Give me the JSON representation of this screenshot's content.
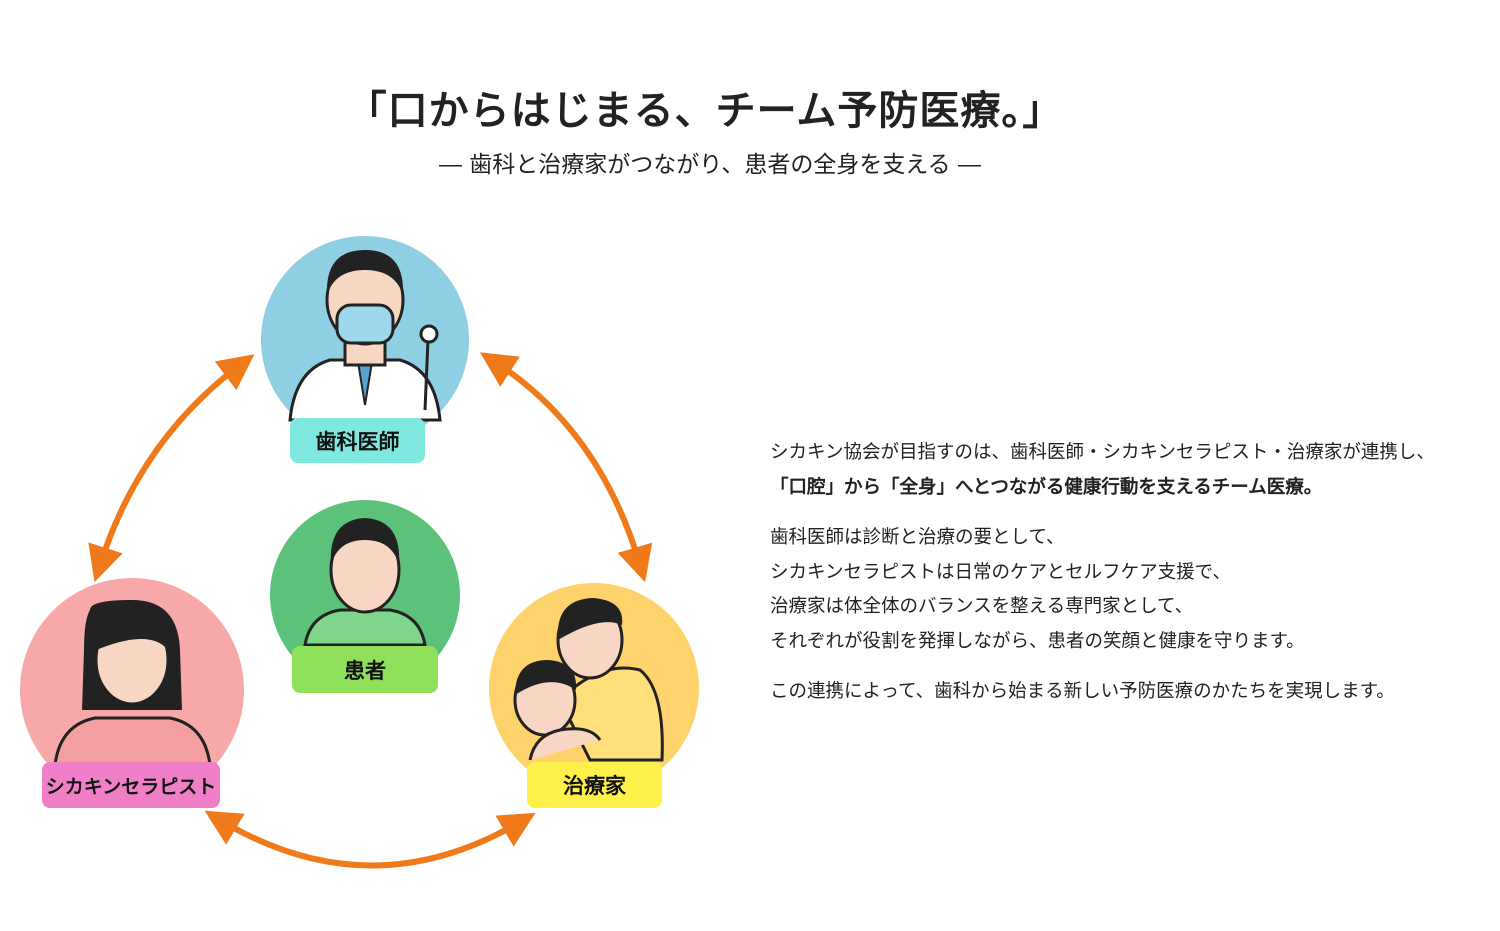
{
  "title": "「口からはじまる、チーム予防医療。」",
  "subtitle": "― 歯科と治療家がつながり、患者の全身を支える ―",
  "roles": {
    "dentist": "歯科医師",
    "patient": "患者",
    "therapist": "シカキンセラピスト",
    "practitioner": "治療家"
  },
  "colors": {
    "arrow": "#f07a1a",
    "dentist": "#8ecfe3",
    "patient": "#5cc27a",
    "therapist": "#f7a8a8",
    "practitioner": "#ffd36b"
  },
  "body": {
    "p1": [
      "シカキン協会が目指すのは、歯科医師・シカキンセラピスト・治療家が連携し、",
      "「口腔」から「全身」へとつながる健康行動を支えるチーム医療。"
    ],
    "p2": [
      "歯科医師は診断と治療の要として、",
      "シカキンセラピストは日常のケアとセルフケア支援で、",
      "治療家は体全体のバランスを整える専門家として、",
      "それぞれが役割を発揮しながら、患者の笑顔と健康を守ります。"
    ],
    "p3": "この連携によって、歯科から始まる新しい予防医療のかたちを実現します。"
  }
}
